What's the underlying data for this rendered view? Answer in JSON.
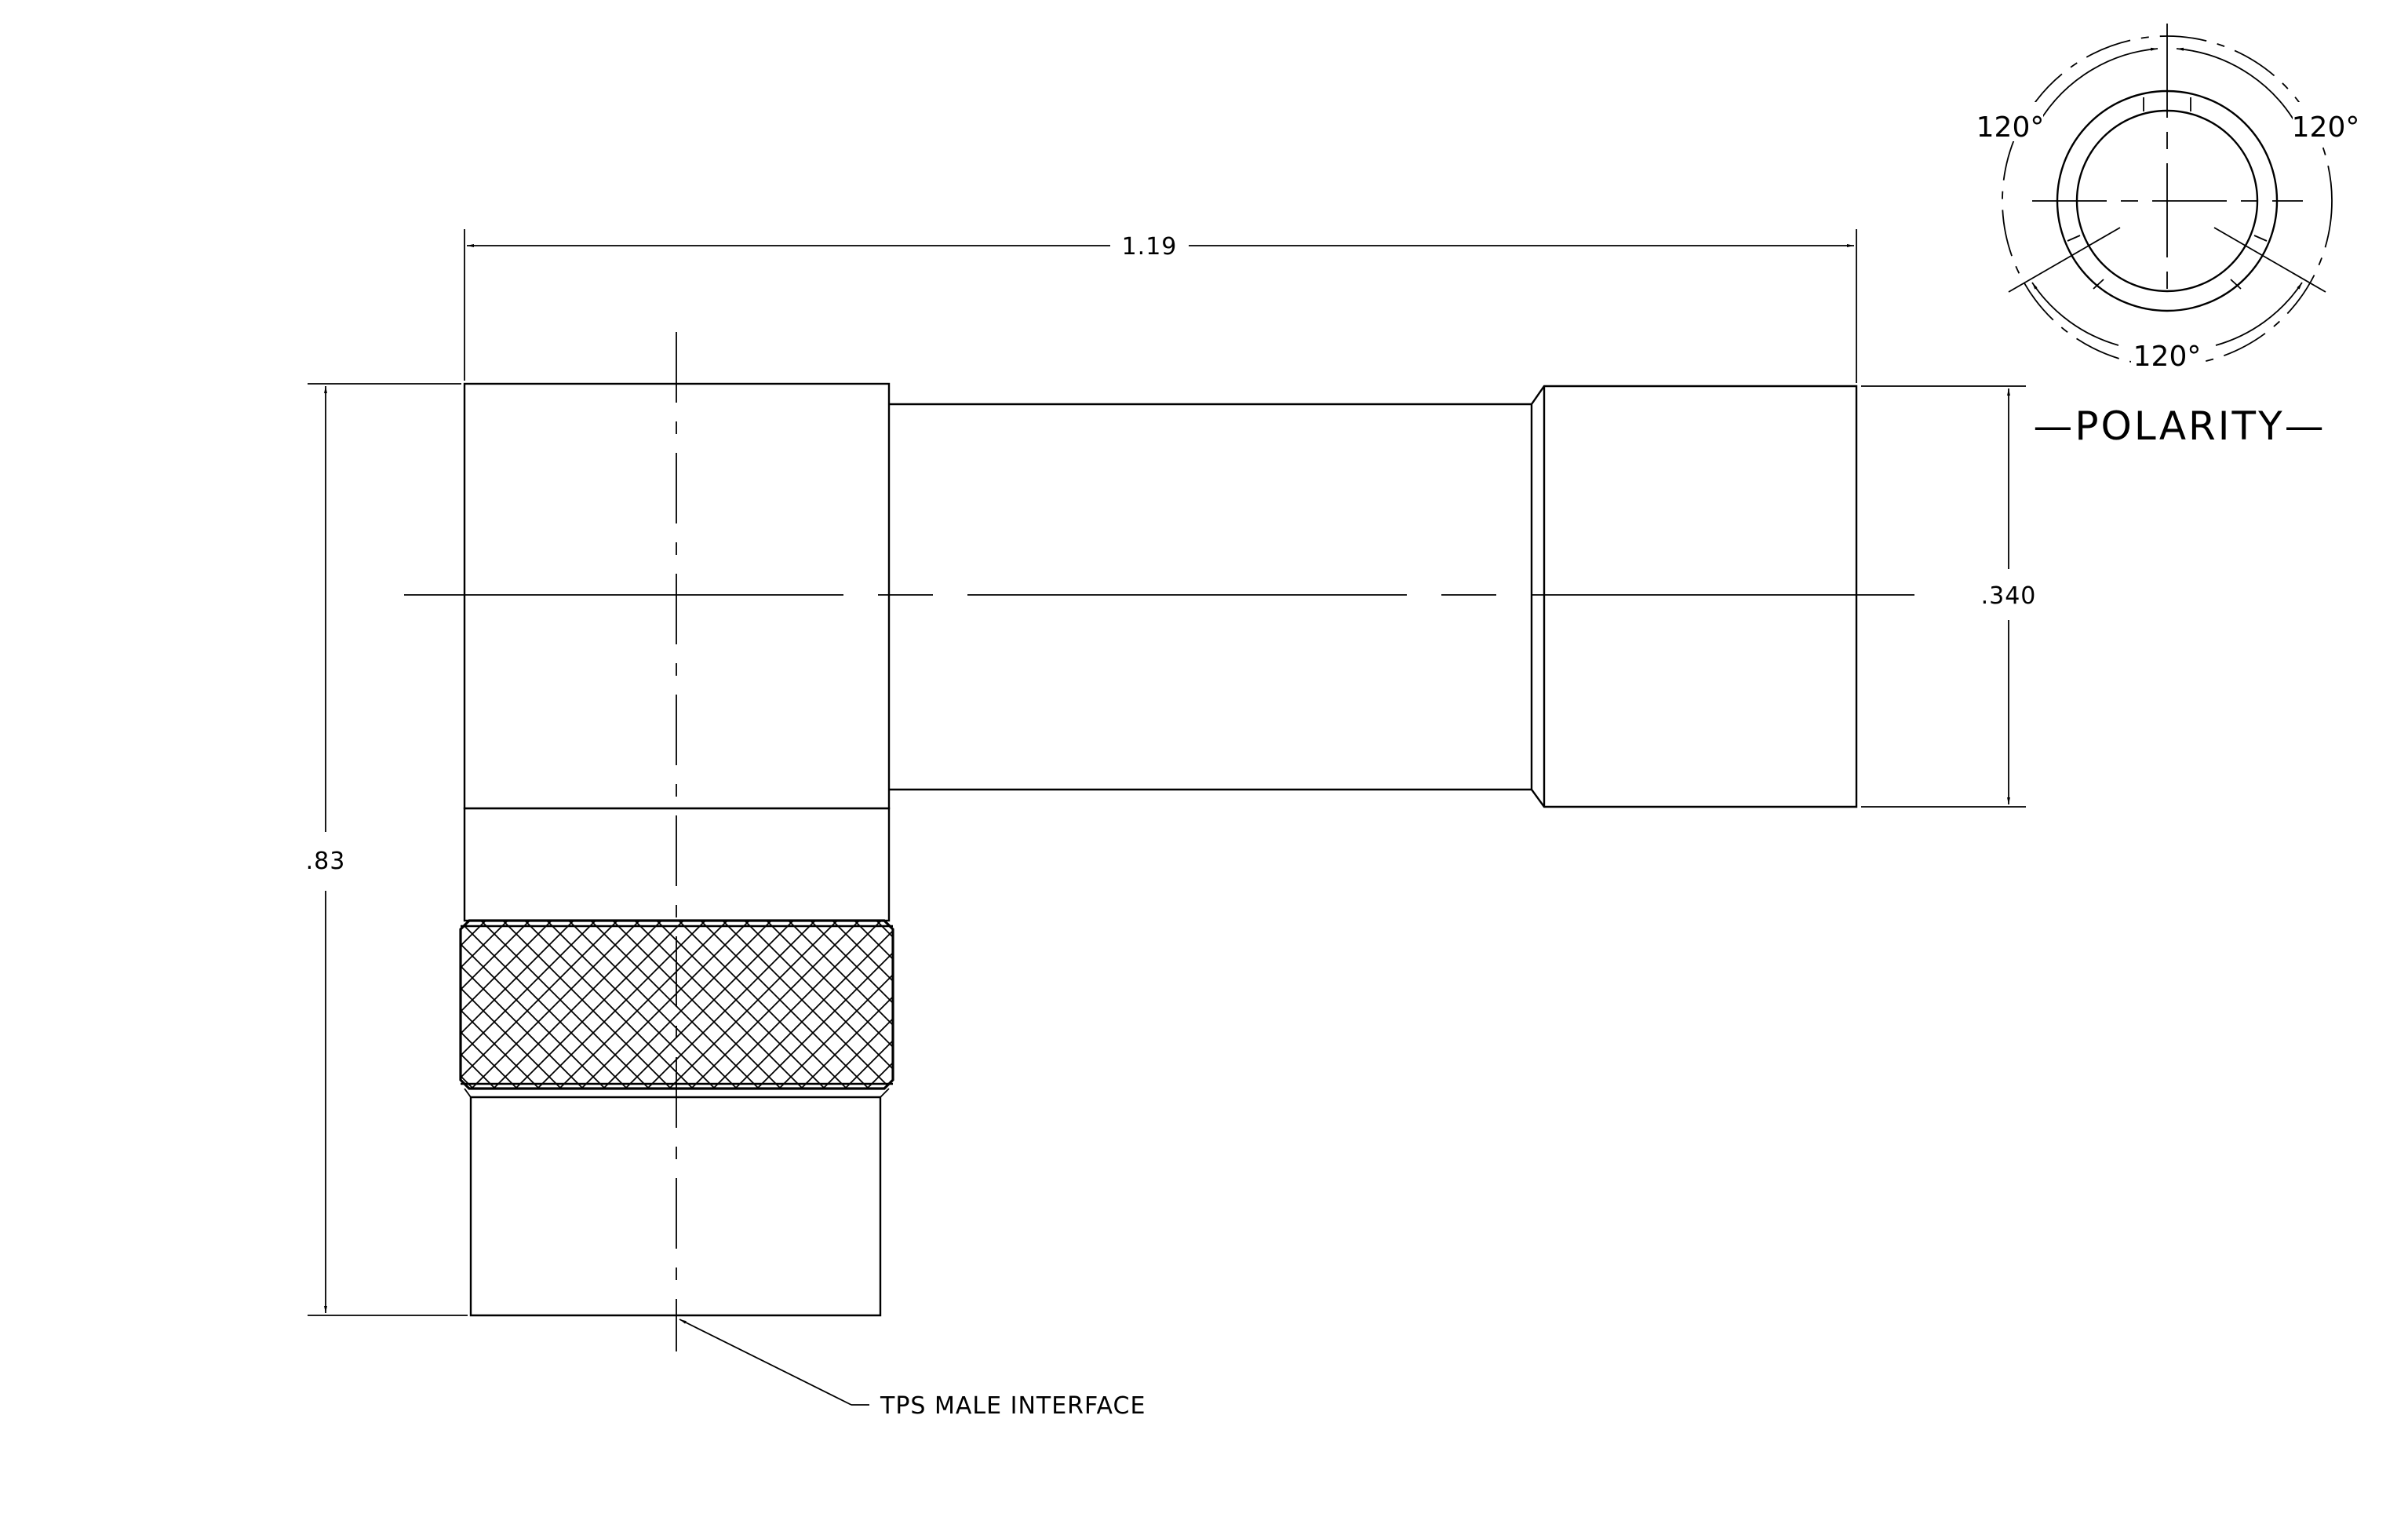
{
  "dimensions": {
    "overall_length": "1.19",
    "overall_height": ".83",
    "body_diameter": ".340"
  },
  "callout": {
    "interface_label": "TPS MALE INTERFACE"
  },
  "polarity": {
    "title": "—POLARITY—",
    "angle_top_left": "120°",
    "angle_top_right": "120°",
    "angle_bottom": "120°"
  }
}
